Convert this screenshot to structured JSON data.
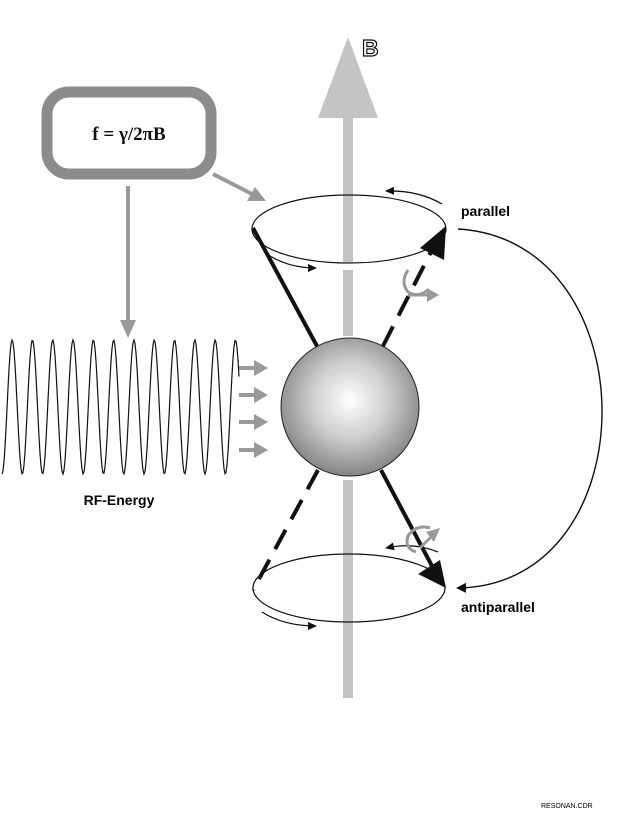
{
  "field": {
    "label": "B"
  },
  "formula": {
    "text": "f = γ/2πB"
  },
  "states": {
    "upper": "parallel",
    "lower": "antiparallel"
  },
  "rf": {
    "label": "RF-Energy"
  },
  "footer": {
    "text": "RESONAN.CDR"
  },
  "colors": {
    "axis": "#c4c4c4",
    "arrow_gray": "#999999",
    "box_border": "#8c8c8c",
    "sphere_light": "#ffffff",
    "sphere_dark": "#7a7a7a",
    "line": "#111111"
  }
}
